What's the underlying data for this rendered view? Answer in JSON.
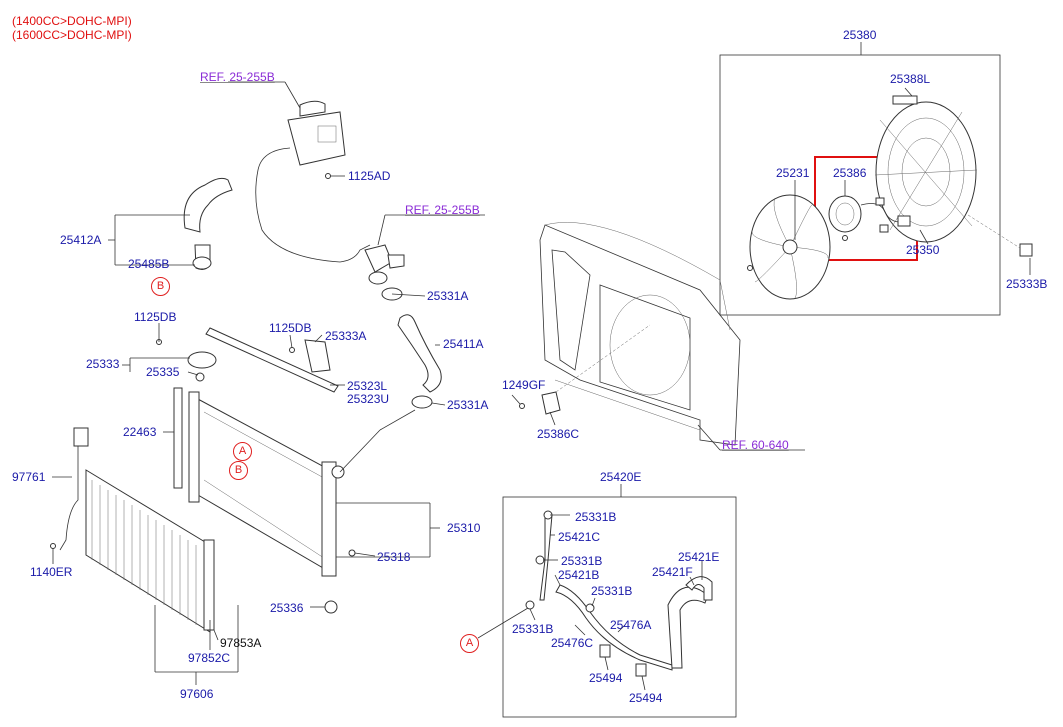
{
  "engine_variants": [
    "(1400CC>DOHC-MPI)",
    "(1600CC>DOHC-MPI)"
  ],
  "references": {
    "ref_top": "REF. 25-255B",
    "ref_mid": "REF. 25-255B",
    "ref_panel": "REF. 60-640"
  },
  "fan_group": {
    "title": "25380",
    "parts": {
      "p25388L": "25388L",
      "p25231": "25231",
      "p25386": "25386",
      "p25350": "25350",
      "p25333B": "25333B"
    },
    "highlight_color": "#e01010"
  },
  "hose_group": {
    "title": "25420E",
    "parts": {
      "p25331B_1": "25331B",
      "p25421C": "25421C",
      "p25331B_2": "25331B",
      "p25421B": "25421B",
      "p25331B_3": "25331B",
      "p25421E": "25421E",
      "p25421F": "25421F",
      "p25331B_4": "25331B",
      "p25476A": "25476A",
      "p25476C": "25476C",
      "p25494_1": "25494",
      "p25494_2": "25494"
    }
  },
  "parts": {
    "p1125AD": "1125AD",
    "p25412A": "25412A",
    "p25485B": "25485B",
    "p25331A_1": "25331A",
    "p25411A": "25411A",
    "p25331A_2": "25331A",
    "p1125DB_1": "1125DB",
    "p1125DB_2": "1125DB",
    "p25333A": "25333A",
    "p25333": "25333",
    "p25335": "25335",
    "p25323L": "25323L",
    "p25323U": "25323U",
    "p22463": "22463",
    "p97761": "97761",
    "p1140ER": "1140ER",
    "p25310": "25310",
    "p25318": "25318",
    "p25336": "25336",
    "p97853A": "97853A",
    "p97852C": "97852C",
    "p97606": "97606",
    "p1249GF": "1249GF",
    "p25386C": "25386C"
  },
  "markers": {
    "b_hose": "B",
    "a_radiator": "A",
    "b_radiator": "B",
    "a_hose_group": "A"
  }
}
